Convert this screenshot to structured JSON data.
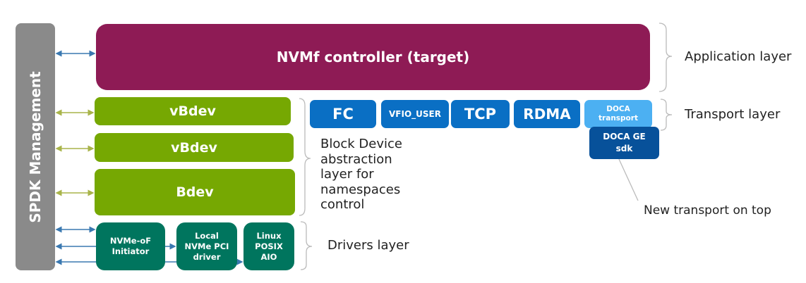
{
  "management": {
    "label": "SPDK Management"
  },
  "application": {
    "controller_label": "NVMf controller (target)"
  },
  "bdev_layer": {
    "boxes": [
      "vBdev",
      "vBdev",
      "Bdev"
    ]
  },
  "drivers": {
    "boxes": [
      {
        "line1": "NVMe-oF",
        "line2": "Initiator",
        "line3": ""
      },
      {
        "line1": "Local",
        "line2": "NVMe PCI",
        "line3": "driver"
      },
      {
        "line1": "Linux",
        "line2": "POSIX",
        "line3": "AIO"
      }
    ]
  },
  "transports": {
    "boxes": [
      "FC",
      "VFIO_USER",
      "TCP",
      "RDMA"
    ],
    "doca_transport": {
      "line1": "DOCA",
      "line2": "transport"
    },
    "doca_ge": {
      "line1": "DOCA GE",
      "line2": "sdk"
    }
  },
  "layer_labels": {
    "application": "Application layer",
    "transport": "Transport layer",
    "block_device": [
      "Block Device",
      "abstraction",
      "layer for",
      "namespaces",
      "control"
    ],
    "drivers": "Drivers layer",
    "new_transport": "New transport on top"
  },
  "colors": {
    "management": "#8a8a8a",
    "application": "#8e1b55",
    "bdev": "#76a802",
    "drivers": "#00755e",
    "transport": "#0a6fc4",
    "doca_transport": "#4cb0f2",
    "doca_ge": "#07519a",
    "arrow_blue": "#3a78b0",
    "arrow_green": "#a8b44a"
  }
}
